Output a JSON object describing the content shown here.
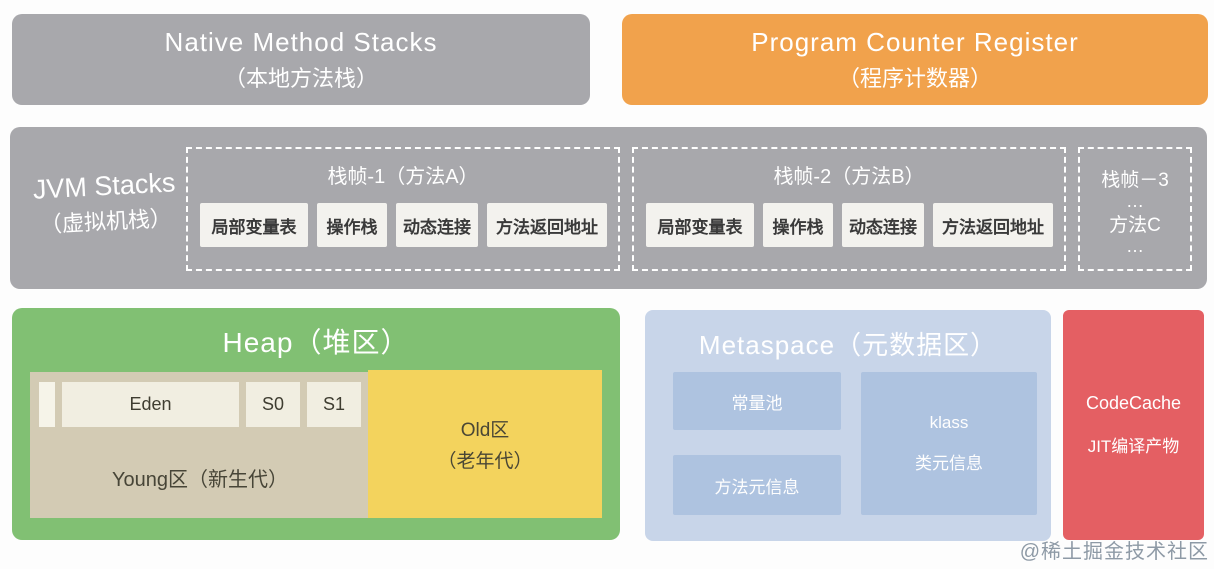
{
  "page": {
    "watermark": "@稀土掘金技术社区"
  },
  "colors": {
    "gray_block": "#a8a8ac",
    "orange_block": "#f1a24c",
    "green_block": "#81c073",
    "tan_block": "#d3cbb4",
    "cream_cell": "#f1eee1",
    "yellow_block": "#f3d35d",
    "metaspace_bg": "#c8d5e9",
    "metaspace_inner": "#aec3e0",
    "red_block": "#e45f63",
    "white_slot": "#f3f2ee"
  },
  "top_row": {
    "native_method_stacks": {
      "title": "Native Method Stacks",
      "subtitle": "（本地方法栈）"
    },
    "program_counter_register": {
      "title": "Program Counter Register",
      "subtitle": "（程序计数器）"
    }
  },
  "jvm_stacks": {
    "title": "JVM Stacks",
    "subtitle": "（虚拟机栈）",
    "frames": [
      {
        "title": "栈帧-1（方法A）",
        "slots": [
          "局部变量表",
          "操作栈",
          "动态连接",
          "方法返回地址"
        ]
      },
      {
        "title": "栈帧-2（方法B）",
        "slots": [
          "局部变量表",
          "操作栈",
          "动态连接",
          "方法返回地址"
        ]
      }
    ],
    "frame3": {
      "title": "栈帧－3",
      "dots1": "…",
      "method": "方法C",
      "dots2": "…"
    }
  },
  "heap": {
    "title": "Heap（堆区）",
    "young": {
      "label": "Young区（新生代）",
      "cells": [
        "Eden",
        "S0",
        "S1"
      ]
    },
    "old": {
      "line1": "Old区",
      "line2": "（老年代）"
    }
  },
  "metaspace": {
    "title": "Metaspace（元数据区）",
    "constant_pool": "常量池",
    "method_meta": "方法元信息",
    "klass": {
      "line1": "klass",
      "line2": "类元信息"
    }
  },
  "codecache": {
    "line1": "CodeCache",
    "line2": "JIT编译产物"
  }
}
